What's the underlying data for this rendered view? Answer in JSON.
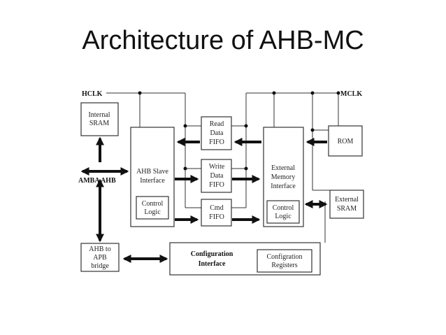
{
  "title": "Architecture of AHB-MC",
  "diagram": {
    "hclk": "HCLK",
    "mclk": "MCLK",
    "internal_sram": [
      "Internal",
      "SRAM"
    ],
    "amba_ahb": "AMBA AHB",
    "ahb_apb_bridge": [
      "AHB to",
      "APB",
      "bridge"
    ],
    "ahb_slave": [
      "AHB Slave",
      "Interface"
    ],
    "slave_control": [
      "Control",
      "Logic"
    ],
    "read_fifo": [
      "Read",
      "Data",
      "FIFO"
    ],
    "write_fifo": [
      "Write",
      "Data",
      "FIFO"
    ],
    "cmd_fifo": [
      "Cmd",
      "FIFO"
    ],
    "ext_mem_if": [
      "External",
      "Memory",
      "Interface"
    ],
    "mem_control": [
      "Control",
      "Logic"
    ],
    "rom": "ROM",
    "external_sram": [
      "External",
      "SRAM"
    ],
    "config_if": [
      "Configuration",
      "Interface"
    ],
    "config_regs": [
      "Configration",
      "Registers"
    ]
  }
}
